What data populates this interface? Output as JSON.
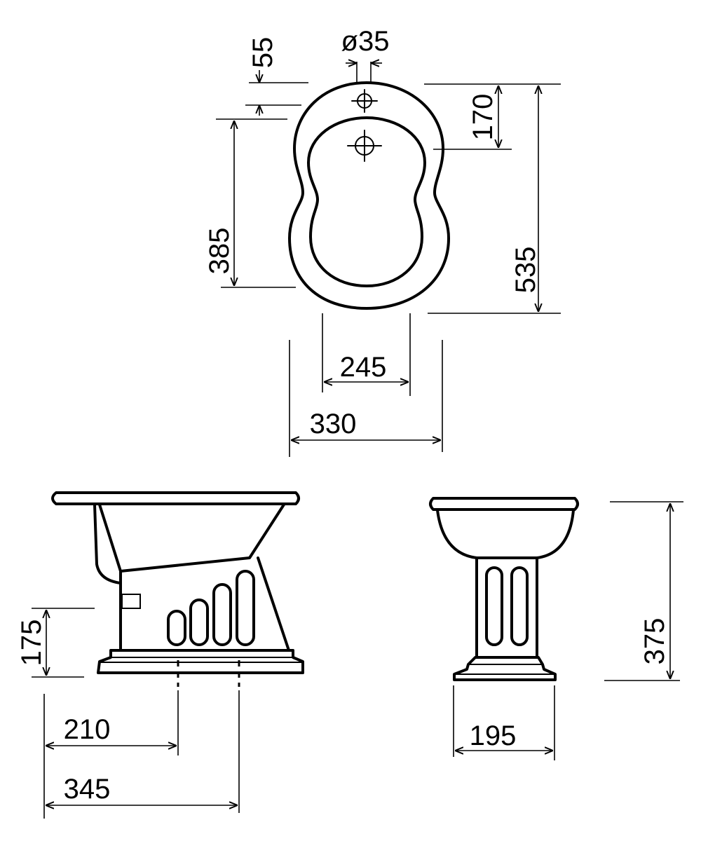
{
  "dimensions": {
    "hole_diameter": "ø35",
    "rim_to_tap": "55",
    "tap_to_drain": "170",
    "basin_length": "385",
    "total_length": "535",
    "basin_width": "245",
    "total_width": "330",
    "inlet_height": "175",
    "fixing_1": "210",
    "fixing_2": "345",
    "foot_width": "195",
    "total_height": "375"
  }
}
